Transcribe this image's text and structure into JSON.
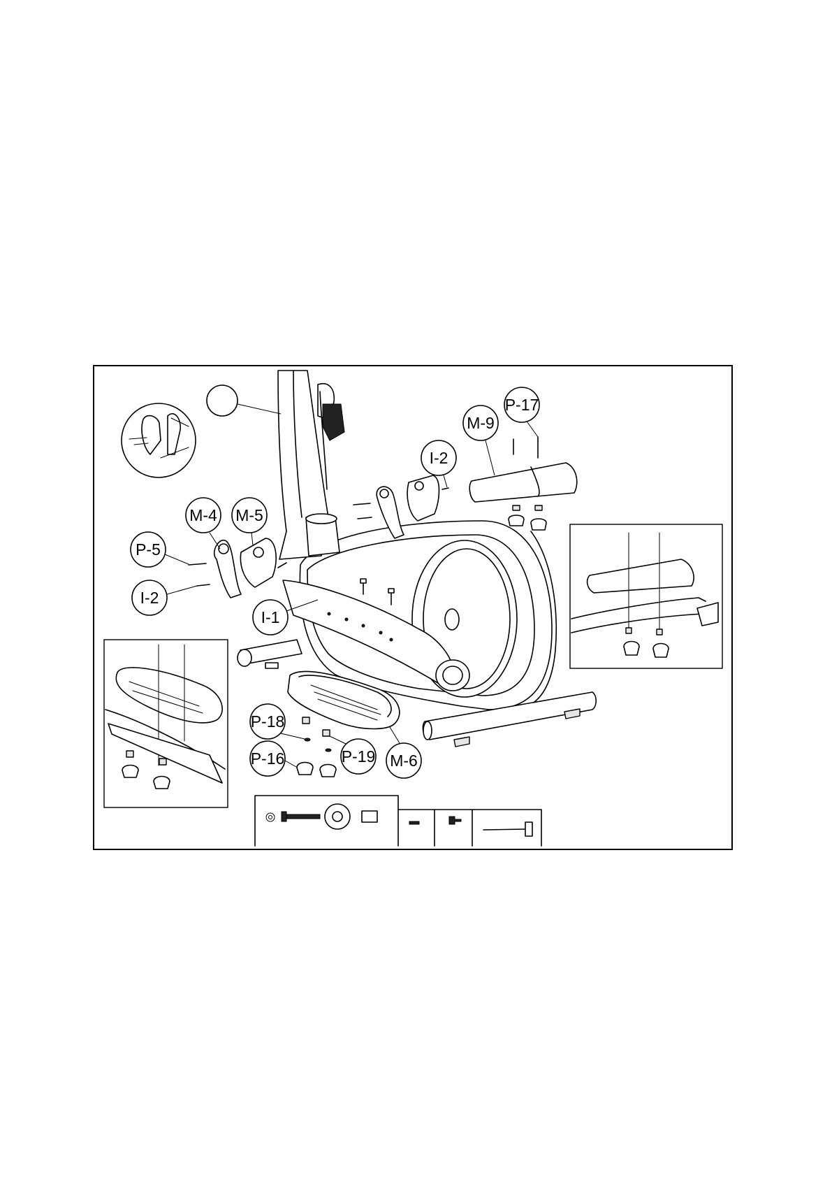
{
  "diagram": {
    "callouts": {
      "m9": "M-9",
      "p17": "P-17",
      "i2_right": "I-2",
      "m4": "M-4",
      "m5": "M-5",
      "p5": "P-5",
      "i2_left": "I-2",
      "i1": "I-1",
      "p18": "P-18",
      "p16": "P-16",
      "p19": "P-19",
      "m6": "M-6"
    }
  }
}
